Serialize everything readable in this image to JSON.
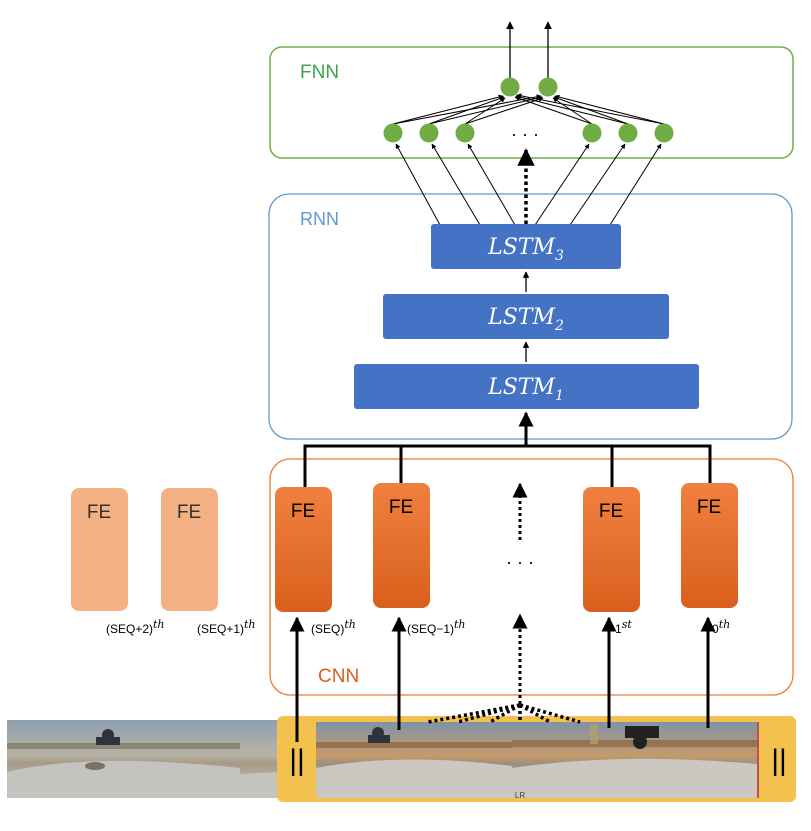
{
  "fnn": {
    "label": "FNN",
    "dots": "· · ·"
  },
  "rnn": {
    "label": "RNN",
    "lstm": [
      {
        "base": "LSTM",
        "sub": "3"
      },
      {
        "base": "LSTM",
        "sub": "2"
      },
      {
        "base": "LSTM",
        "sub": "1"
      }
    ]
  },
  "cnn": {
    "label": "CNN",
    "fe_label": "FE",
    "dots": "· · ·",
    "frames": [
      {
        "base": "(SEQ+2)",
        "sup": "th",
        "faded": true
      },
      {
        "base": "(SEQ+1)",
        "sup": "th",
        "faded": true
      },
      {
        "base": "(SEQ)",
        "sup": "th",
        "faded": false
      },
      {
        "base": "(SEQ−1)",
        "sup": "th",
        "faded": false
      },
      {
        "base": "1",
        "sup": "st",
        "faded": false
      },
      {
        "base": "0",
        "sup": "th",
        "faded": false
      }
    ]
  },
  "video": {
    "separator": "||",
    "footnote": "LR"
  },
  "colors": {
    "fnn_border": "#70ad47",
    "fnn_node": "#70ad47",
    "rnn_border": "#5b9bd5",
    "lstm_fill": "#4472c4",
    "cnn_border": "#ed7d31",
    "fe_fill": "#ed7d31",
    "fe_faded": "#f4b183",
    "film_strip": "#f2c14e"
  }
}
